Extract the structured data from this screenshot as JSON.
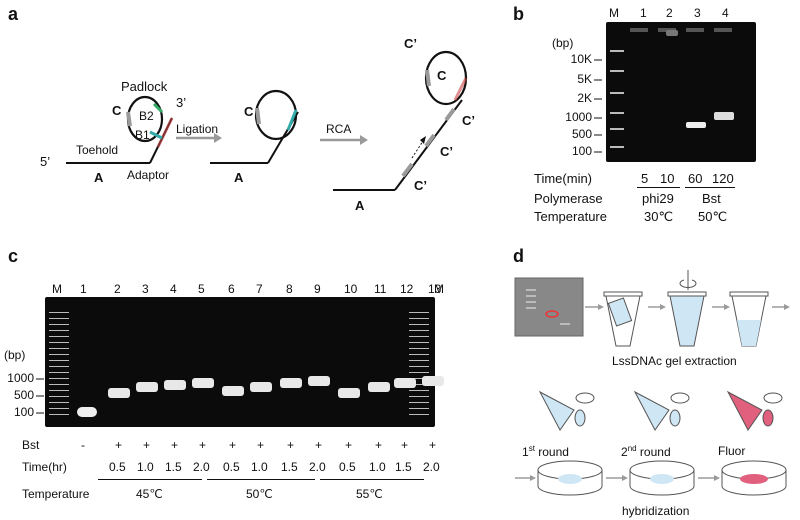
{
  "panels": {
    "a": {
      "letter": "a",
      "labels": {
        "padlock": "Padlock",
        "c": "C",
        "b2": "B2",
        "b1": "B1",
        "three_prime": "3’",
        "five_prime": "5’",
        "toehold": "Toehold",
        "adaptor": "Adaptor",
        "a": "A",
        "ligation": "Ligation",
        "rca": "RCA",
        "c_prime": "C’"
      }
    },
    "b": {
      "letter": "b",
      "marker": "M",
      "lanes": [
        "1",
        "2",
        "3",
        "4"
      ],
      "unit": "(bp)",
      "ladder": [
        "10K",
        "5K",
        "2K",
        "1000",
        "500",
        "100"
      ],
      "rows": {
        "time_label": "Time(min)",
        "time_values": [
          "5",
          "10",
          "60",
          "120"
        ],
        "polymerase_label": "Polymerase",
        "polymerases": [
          "phi29",
          "Bst"
        ],
        "temperature_label": "Temperature",
        "temperatures": [
          "30℃",
          "50℃"
        ]
      }
    },
    "c": {
      "letter": "c",
      "marker_left": "M",
      "marker_right": "M",
      "lanes": [
        "1",
        "2",
        "3",
        "4",
        "5",
        "6",
        "7",
        "8",
        "9",
        "10",
        "11",
        "12",
        "13"
      ],
      "unit": "(bp)",
      "ladder": [
        "1000",
        "500",
        "100"
      ],
      "bst_label": "Bst",
      "bst_values": [
        "-",
        "+",
        "+",
        "+",
        "+",
        "+",
        "+",
        "+",
        "+",
        "+",
        "+",
        "+",
        "+"
      ],
      "time_label": "Time(hr)",
      "time_values": [
        "0.5",
        "1.0",
        "1.5",
        "2.0",
        "0.5",
        "1.0",
        "1.5",
        "2.0",
        "0.5",
        "1.0",
        "1.5",
        "2.0"
      ],
      "temperature_label": "Temperature",
      "temperatures": [
        "45℃",
        "50℃",
        "55℃"
      ]
    },
    "d": {
      "letter": "d",
      "extraction_caption": "LssDNAc gel extraction",
      "round1": "1",
      "round1_sup": "st",
      "round2": "2",
      "round2_sup": "nd",
      "round_word": " round",
      "fluor": "Fluor",
      "hybridization": "hybridization"
    }
  },
  "colors": {
    "gel_bg": "#0b0b0b",
    "band": "#e8e8e8",
    "tube_blue": "#cfe6f5",
    "fluor_pink": "#e0607e",
    "arrow_gray": "#9a9a9a"
  }
}
